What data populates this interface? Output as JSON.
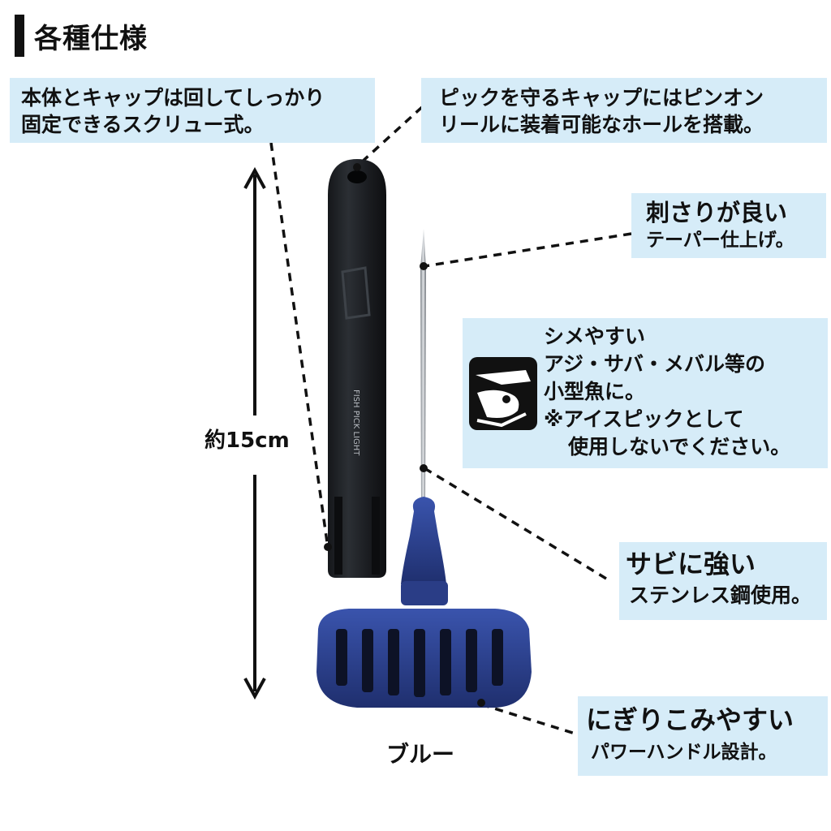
{
  "header": {
    "title": "各種仕様"
  },
  "callouts": {
    "screw": {
      "line1": "本体とキャップは回してしっかり",
      "line2": "固定できるスクリュー式。"
    },
    "hole": {
      "line1": "ピックを守るキャップにはピンオン",
      "line2": "リールに装着可能なホールを搭載。"
    },
    "taper": {
      "heading": "刺さりが良い",
      "sub": "テーパー仕上げ。"
    },
    "shime": {
      "line1": "シメやすい",
      "line2": "アジ・サバ・メバル等の",
      "line3": "小型魚に。",
      "line4": "※アイスピックとして",
      "line5": "使用しないでください。",
      "icon": "fish-icon"
    },
    "rust": {
      "heading": "サビに強い",
      "sub": "ステンレス鋼使用。"
    },
    "grip": {
      "heading": "にぎりこみやすい",
      "sub": "パワーハンドル設計。"
    }
  },
  "product": {
    "size_label": "約15cm",
    "color_label": "ブルー",
    "cap_brand_text": "FISH PICK LIGHT",
    "handle_color": "#2c3f8c",
    "cap_color": "#1f2226",
    "callout_bg": "#d6ecf8"
  }
}
